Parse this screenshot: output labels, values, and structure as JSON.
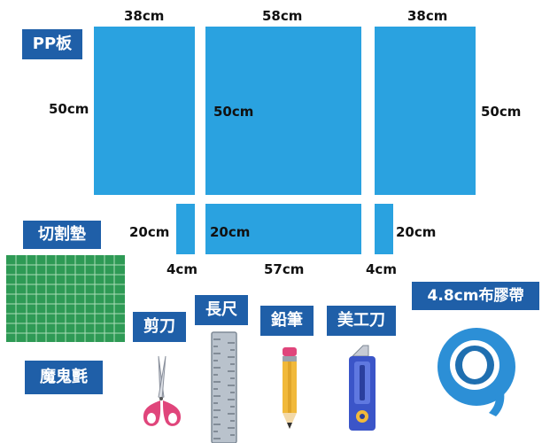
{
  "boards": {
    "top_left_width": "38cm",
    "top_mid_width": "58cm",
    "top_right_width": "38cm",
    "left_height": "50cm",
    "mid_height": "50cm",
    "right_height": "50cm",
    "small_left_height": "20cm",
    "small_mid_height": "20cm",
    "small_right_height": "20cm",
    "small_left_width": "4cm",
    "small_mid_width": "57cm",
    "small_right_width": "4cm"
  },
  "labels": {
    "pp_board": "PP板",
    "cutting_mat": "切割墊",
    "magic_felt": "魔鬼氈",
    "scissors": "剪刀",
    "ruler": "長尺",
    "pencil": "鉛筆",
    "utility_knife": "美工刀",
    "tape": "4.8cm布膠帶"
  },
  "colors": {
    "board": "#2aa2e0",
    "tag": "#1f5fa8",
    "mat": "#2e9a55",
    "tape": "#2c8fd6",
    "scissors": "#e0457b",
    "knife": "#3b55c8",
    "pencil": "#f1b93a"
  },
  "icons": [
    "cutting-mat-icon",
    "scissors-icon",
    "ruler-icon",
    "pencil-icon",
    "utility-knife-icon",
    "tape-roll-icon"
  ]
}
